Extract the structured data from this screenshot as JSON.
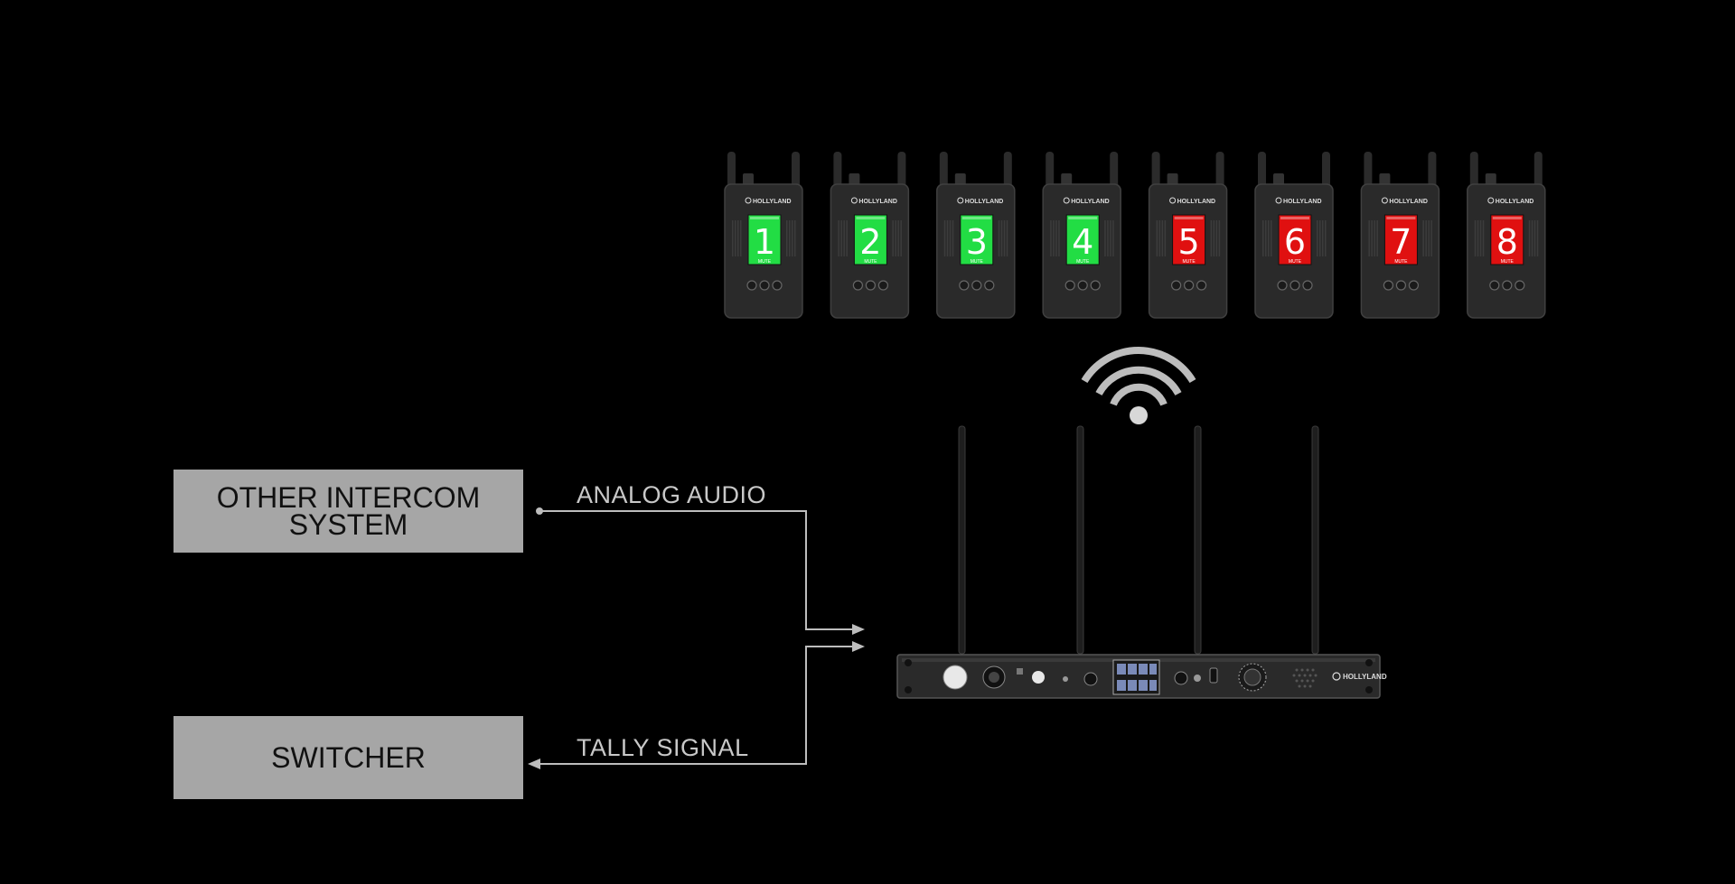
{
  "diagram": {
    "boxes": {
      "intercom_line1": "OTHER INTERCOM",
      "intercom_line2": "SYSTEM",
      "switcher": "SWITCHER"
    },
    "signals": {
      "analog_audio": "ANALOG AUDIO",
      "tally": "TALLY SIGNAL"
    },
    "beltpacks": [
      {
        "number": "1",
        "state": "active"
      },
      {
        "number": "2",
        "state": "active"
      },
      {
        "number": "3",
        "state": "active"
      },
      {
        "number": "4",
        "state": "active"
      },
      {
        "number": "5",
        "state": "muted"
      },
      {
        "number": "6",
        "state": "muted"
      },
      {
        "number": "7",
        "state": "muted"
      },
      {
        "number": "8",
        "state": "muted"
      }
    ],
    "beltpack_brand": "HOLLYLAND",
    "mute_label": "MUTE",
    "base_brand": "HOLLYLAND",
    "colors": {
      "active": "#22dd44",
      "muted": "#e01010",
      "box": "#a6a6a6",
      "line": "#bdbdbd",
      "device": "#2a2a2a"
    },
    "icons": [
      "wifi-icon",
      "arrow-right-icon",
      "arrow-left-icon"
    ]
  }
}
